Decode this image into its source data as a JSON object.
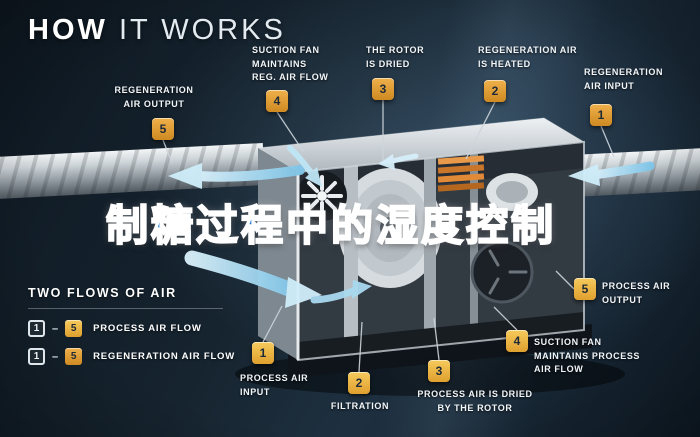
{
  "title": {
    "bold": "HOW",
    "light": "IT WORKS"
  },
  "overlay": {
    "text": "制糖过程中的湿度控制"
  },
  "callouts": [
    {
      "num": "5",
      "label": "REGENERATION\nAIR OUTPUT"
    },
    {
      "num": "4",
      "label": "SUCTION FAN\nMAINTAINS\nREG. AIR FLOW"
    },
    {
      "num": "3",
      "label": "THE ROTOR\nIS DRIED"
    },
    {
      "num": "2",
      "label": "REGENERATION AIR\nIS HEATED"
    },
    {
      "num": "1",
      "label": "REGENERATION\nAIR INPUT"
    },
    {
      "num": "5",
      "label": "PROCESS AIR\nOUTPUT"
    },
    {
      "num": "4",
      "label": "SUCTION FAN\nMAINTAINS PROCESS\nAIR FLOW"
    },
    {
      "num": "3",
      "label": "PROCESS AIR IS DRIED\nBY THE ROTOR"
    },
    {
      "num": "2",
      "label": "FILTRATION"
    },
    {
      "num": "1",
      "label": "PROCESS AIR\nINPUT"
    }
  ],
  "legend": {
    "title": "TWO FLOWS OF AIR",
    "separator": "–",
    "items": [
      {
        "from": "1",
        "to": "5",
        "label": "PROCESS AIR FLOW"
      },
      {
        "from": "1",
        "to": "5",
        "label": "REGENERATION AIR FLOW"
      }
    ]
  },
  "colors": {
    "background": "#14222e",
    "badge_gold": "#e9a93d",
    "airflow_blue": "#9fd6ef",
    "overlay_blue": "#2080d8"
  }
}
